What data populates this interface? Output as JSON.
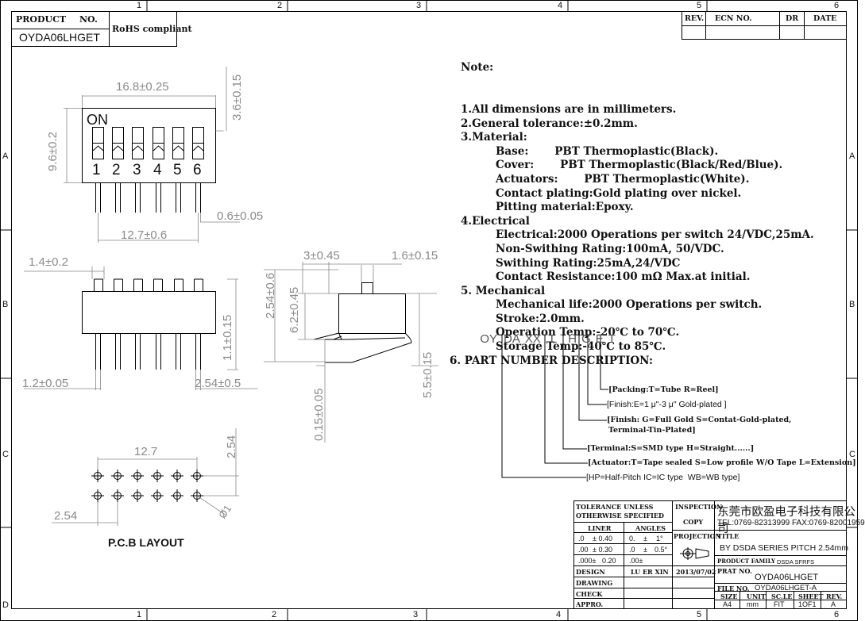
{
  "header": {
    "product_no_label": "PRODUCT",
    "no_label": "NO.",
    "product_no_value": "OYDA06LHGET",
    "rohs": "RoHS compliant"
  },
  "revision_block": {
    "rev": "REV.",
    "ecn": "ECN NO.",
    "dr": "DR",
    "date": "DATE"
  },
  "zones": {
    "columns": [
      "1",
      "2",
      "3",
      "4",
      "5",
      "6"
    ],
    "rows": [
      "A",
      "B",
      "C",
      "D"
    ]
  },
  "top_view": {
    "on_label": "ON",
    "switch_numbers": [
      "1",
      "2",
      "3",
      "4",
      "5",
      "6"
    ],
    "dims": {
      "width": "16.8±0.25",
      "height": "9.6±0.2",
      "actuator_height": "3.6±0.15",
      "pin_width": "0.6±0.05",
      "pin_span": "12.7±0.6"
    }
  },
  "front_view": {
    "dims": {
      "pin_top": "1.4±0.2",
      "pin_length": "1.1±0.15",
      "pin_thick": "1.2±0.05",
      "pitch": "2.54±0.5"
    }
  },
  "side_view": {
    "dims": {
      "actuator_pos": "3±0.45",
      "actuator_w": "1.6±0.15",
      "total_h": "2.54±0.6",
      "body_h": "6.2±0.45",
      "lead_len": "5.5±0.15",
      "lead_thick": "0.15±0.05"
    }
  },
  "pcb_layout": {
    "title": "P.C.B LAYOUT",
    "span": "12.7",
    "row_pitch": "2.54",
    "col_pitch": "2.54",
    "hole": "Ø1"
  },
  "notes": {
    "title": "Note:",
    "lines": [
      {
        "indent": 0,
        "text": "1.All dimensions are in millimeters."
      },
      {
        "indent": 0,
        "text": "2.General tolerance:±0.2mm."
      },
      {
        "indent": 0,
        "text": "3.Material:"
      },
      {
        "indent": 1,
        "text": "Base:       PBT Thermoplastic(Black)."
      },
      {
        "indent": 1,
        "text": "Cover:       PBT Thermoplastic(Black/Red/Blue)."
      },
      {
        "indent": 1,
        "text": "Actuators:       PBT Thermoplastic(White)."
      },
      {
        "indent": 1,
        "text": "Contact plating:Gold plating over nickel."
      },
      {
        "indent": 1,
        "text": "Pitting material:Epoxy."
      },
      {
        "indent": 0,
        "text": "4.Electrical"
      },
      {
        "indent": 1,
        "text": "Electrical:2000 Operations per switch 24/VDC,25mA."
      },
      {
        "indent": 1,
        "text": "Non-Swithing Rating:100mA, 50/VDC."
      },
      {
        "indent": 1,
        "text": "Swithing Rating:25mA,24/VDC"
      },
      {
        "indent": 1,
        "text": "Contact Resistance:100 mΩ Max.at initial."
      },
      {
        "indent": 0,
        "text": "5. Mechanical"
      },
      {
        "indent": 1,
        "text": "Mechanical life:2000 Operations per switch."
      },
      {
        "indent": 1,
        "text": "Stroke:2.0mm."
      },
      {
        "indent": 1,
        "text": "Operation Temp:-20℃ to 70℃."
      },
      {
        "indent": 1,
        "text": "Storage Temp:-40℃ to 85℃."
      },
      {
        "indent": 0,
        "text": "6. PART NUMBER DESCRIPTION:"
      }
    ]
  },
  "part_number": {
    "segments": [
      "OY",
      "DA",
      "XX",
      "L",
      "H",
      "G",
      "E",
      "T"
    ],
    "descriptions": {
      "packing": "[Packing:T=Tube R=Reel]",
      "finish_e": "[Finish:E=1 μ\"-3 μ\" Gold-plated ]",
      "finish_g1": "[Finish: G=Full Gold S=Contat-Gold-plated,",
      "finish_g2": "Terminal-Tin-Plated]",
      "terminal": "[Terminal:S=SMD type H=Straight......]",
      "actuator": "[Actuator:T=Tape sealed S=Low profile W/O Tape L=Extension]",
      "pitch": "[HP=Half-Pitch IC=IC type  WB=WB type]"
    }
  },
  "title_block": {
    "tolerance": "TOLERANCE UNLESS",
    "otherwise": "OTHERWISE SPECIFIED",
    "liner": "LINER",
    "angles": "ANGLES",
    "tol_rows": [
      [
        ".0",
        "± 0.40",
        "0.",
        "±",
        "1°"
      ],
      [
        ".00",
        "± 0.30",
        ".0",
        "±",
        "0.5°"
      ],
      [
        ".000±",
        "0.20",
        ".00±",
        "",
        ""
      ]
    ],
    "inspection": "INSPECTION",
    "copy": "COPY",
    "projection": "PROJECTION",
    "company": "东莞市欧盈电子科技有限公司",
    "contact": "TEL:0769-82313999 FAX:0769-82001959",
    "title_label": "TITLE",
    "title_value": "BY DSDA SERIES PITCH 2.54mm",
    "family_label": "PRODUCT FAMILY",
    "family_value": "DSDA SFRFS",
    "design": "DESIGN",
    "designer": "LU ER XIN",
    "date": "2013/07/02",
    "drawing": "DRAWING",
    "check": "CHECK",
    "appro": "APPRO.",
    "part_label": "PRAT NO.",
    "part_value": "OYDA06LHGET",
    "file_label": "FILE NO.",
    "file_value": "OYDA06LHGET-A",
    "size_label": "SIZE",
    "unit_label": "UNIT",
    "scale_label": "SC.LE",
    "sheet_label": "SHEET",
    "rev_label": "REV.",
    "size": "A4",
    "unit": "mm",
    "scale": "FIT",
    "sheet": "1OF1",
    "rev": "A"
  }
}
